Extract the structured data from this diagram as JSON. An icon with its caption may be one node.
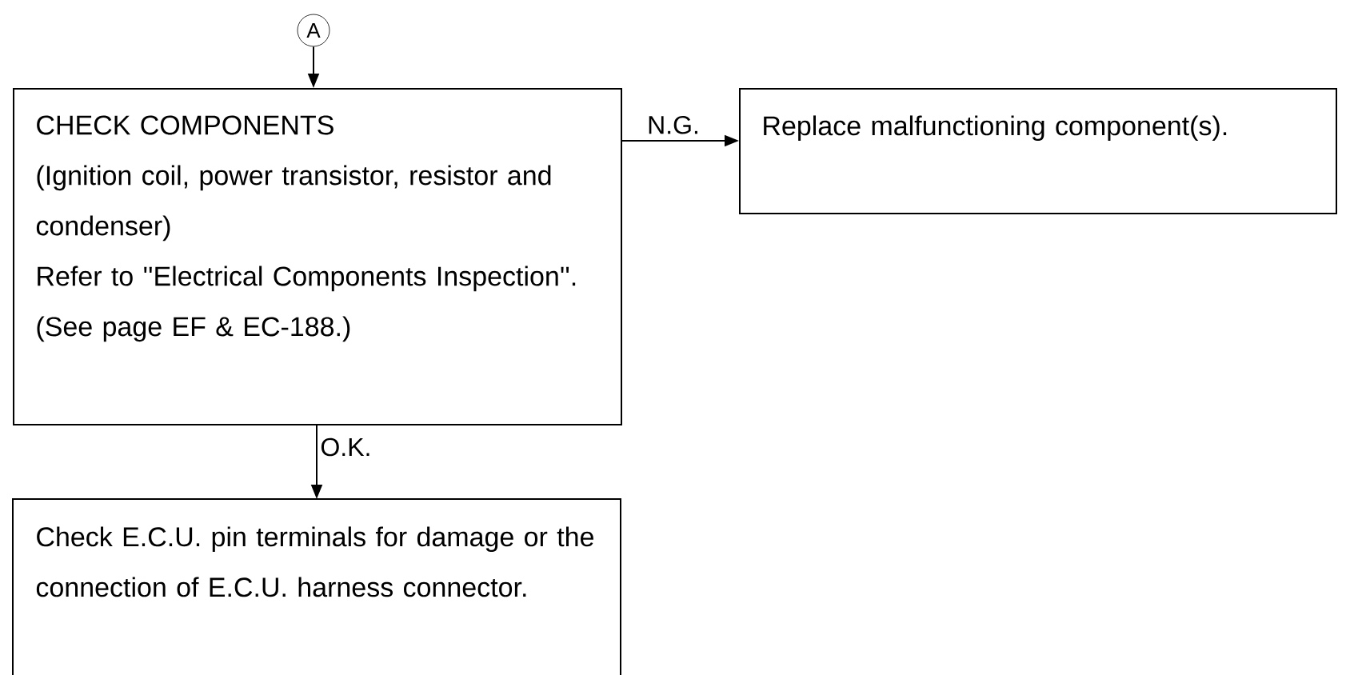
{
  "diagram": {
    "nodes": [
      {
        "text": [
          "A"
        ]
      },
      {
        "text": [
          "CHECK COMPONENTS",
          "(Ignition coil, power transistor, resistor and condenser)",
          "Refer to ''Electrical Components Inspection''.",
          "(See page EF & EC-188.)"
        ]
      },
      {
        "text": [
          "Replace malfunctioning component(s)."
        ]
      },
      {
        "text": [
          "Check E.C.U. pin terminals for damage or the connection of E.C.U. harness connector."
        ]
      }
    ],
    "edges": [
      {
        "from": 0,
        "to": 1,
        "arrow": "to"
      },
      {
        "from": 1,
        "to": 2,
        "arrow": "to",
        "label": "N.G."
      },
      {
        "from": 1,
        "to": 3,
        "arrow": "to",
        "label": "O.K."
      }
    ]
  }
}
